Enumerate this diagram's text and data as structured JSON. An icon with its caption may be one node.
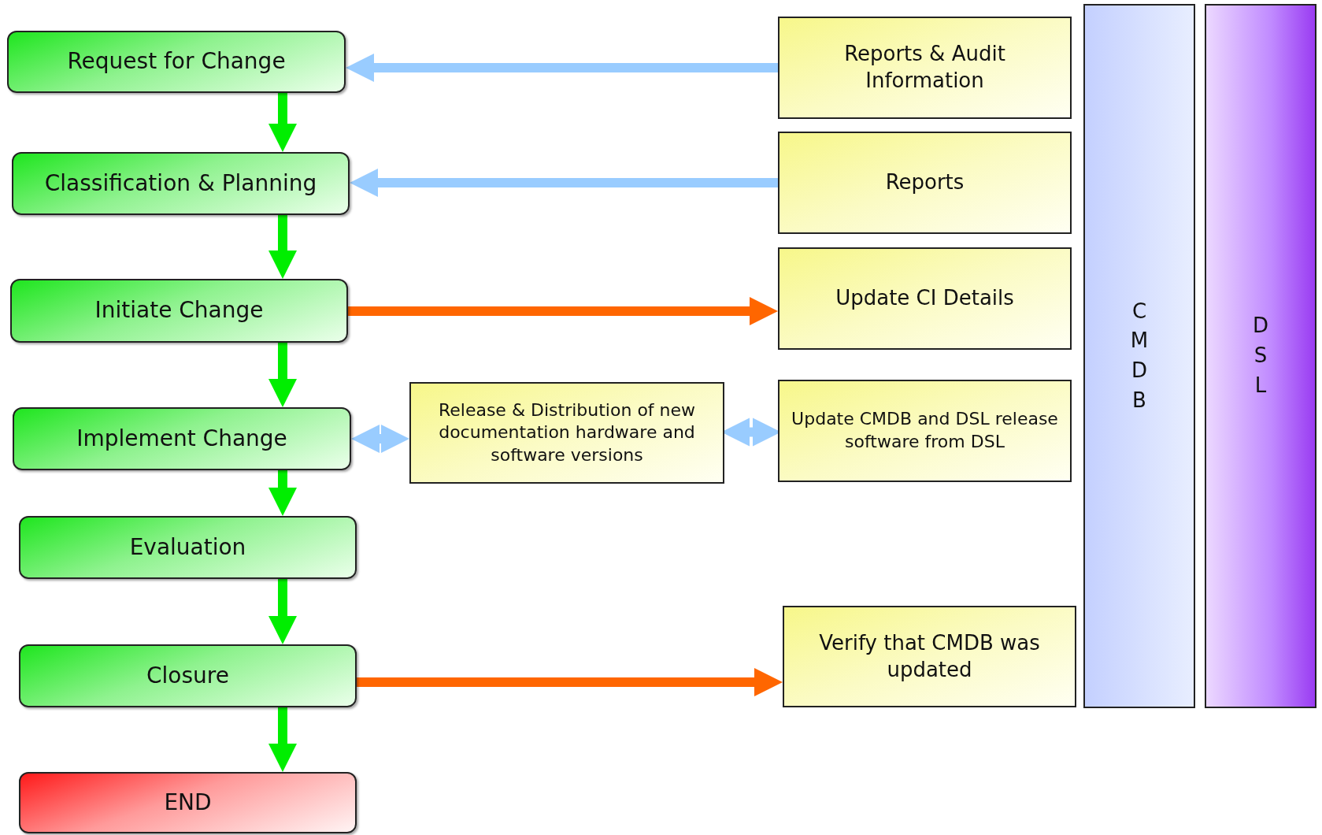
{
  "diagram": {
    "nodes": [
      {
        "text": [
          "Request for Change"
        ]
      },
      {
        "text": [
          "Classification & Planning"
        ]
      },
      {
        "text": [
          "Initiate Change"
        ]
      },
      {
        "text": [
          "Implement Change"
        ]
      },
      {
        "text": [
          "Evaluation"
        ]
      },
      {
        "text": [
          "Closure"
        ]
      },
      {
        "text": [
          "END"
        ]
      },
      {
        "text": [
          "Reports & Audit Information"
        ]
      },
      {
        "text": [
          "Reports"
        ]
      },
      {
        "text": [
          "Update CI Details"
        ]
      },
      {
        "text": [
          "Release & Distribution of new documentation hardware and software versions"
        ]
      },
      {
        "text": [
          "Update CMDB and DSL release software from DSL"
        ]
      },
      {
        "text": [
          "Verify that CMDB was updated"
        ]
      },
      {
        "text": [
          "CMDB"
        ]
      },
      {
        "text": [
          "DSL"
        ]
      }
    ],
    "edges": [
      {
        "from": 0,
        "to": 1,
        "arrow": "to"
      },
      {
        "from": 1,
        "to": 2,
        "arrow": "to"
      },
      {
        "from": 2,
        "to": 3,
        "arrow": "to"
      },
      {
        "from": 3,
        "to": 4,
        "arrow": "to"
      },
      {
        "from": 4,
        "to": 5,
        "arrow": "to"
      },
      {
        "from": 5,
        "to": 6,
        "arrow": "to"
      },
      {
        "from": 7,
        "to": 0,
        "arrow": "to",
        "color": "#99ccff"
      },
      {
        "from": 8,
        "to": 1,
        "arrow": "to",
        "color": "#99ccff"
      },
      {
        "from": 2,
        "to": 9,
        "arrow": "to",
        "color": "#ff6600"
      },
      {
        "from": 3,
        "to": 10,
        "arrow": "both",
        "color": "#99ccff"
      },
      {
        "from": 10,
        "to": 11,
        "arrow": "both",
        "color": "#99ccff"
      },
      {
        "from": 5,
        "to": 12,
        "arrow": "to",
        "color": "#ff6600"
      }
    ]
  }
}
